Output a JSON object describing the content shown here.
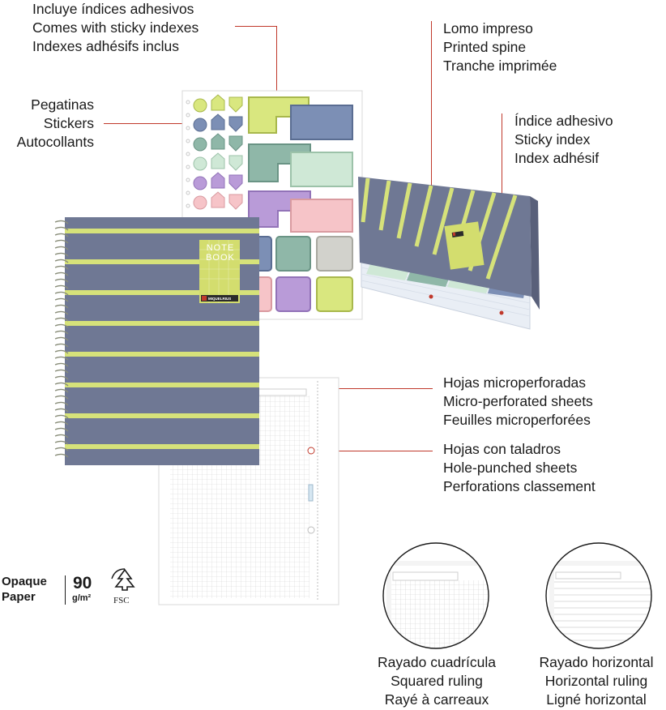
{
  "callouts": {
    "indexes": {
      "lines": [
        "Incluye índices adhesivos",
        "Comes with sticky indexes",
        "Indexes adhésifs inclus"
      ]
    },
    "spine": {
      "lines": [
        "Lomo impreso",
        "Printed spine",
        "Tranche imprimée"
      ]
    },
    "stickers": {
      "lines": [
        "Pegatinas",
        "Stickers",
        "Autocollants"
      ]
    },
    "sticky_index": {
      "lines": [
        "Índice adhesivo",
        "Sticky index",
        "Index adhésif"
      ]
    },
    "microperforated": {
      "lines": [
        "Hojas microperforadas",
        "Micro-perforated sheets",
        "Feuilles microperforées"
      ]
    },
    "hole_punched": {
      "lines": [
        "Hojas con taladros",
        "Hole-punched sheets",
        "Perforations classement"
      ]
    }
  },
  "notebook_cover": {
    "label_lines": [
      "NOTE",
      "BOOK"
    ],
    "brand": "MIQUELRIUS",
    "colors": {
      "cover": "#6f7894",
      "stripe": "#d6e27a",
      "label": "#d3dd6e"
    }
  },
  "badges": {
    "opaque_lines": [
      "Opaque",
      "Paper"
    ],
    "weight_value": "90",
    "weight_unit": "g/m²",
    "fsc": "FSC"
  },
  "rulings": {
    "squared": {
      "lines": [
        "Rayado cuadrícula",
        "Squared ruling",
        "Rayé à carreaux"
      ]
    },
    "horizontal": {
      "lines": [
        "Rayado horizontal",
        "Horizontal ruling",
        "Ligné horizontal"
      ]
    }
  },
  "accent_color": "#c0392b"
}
